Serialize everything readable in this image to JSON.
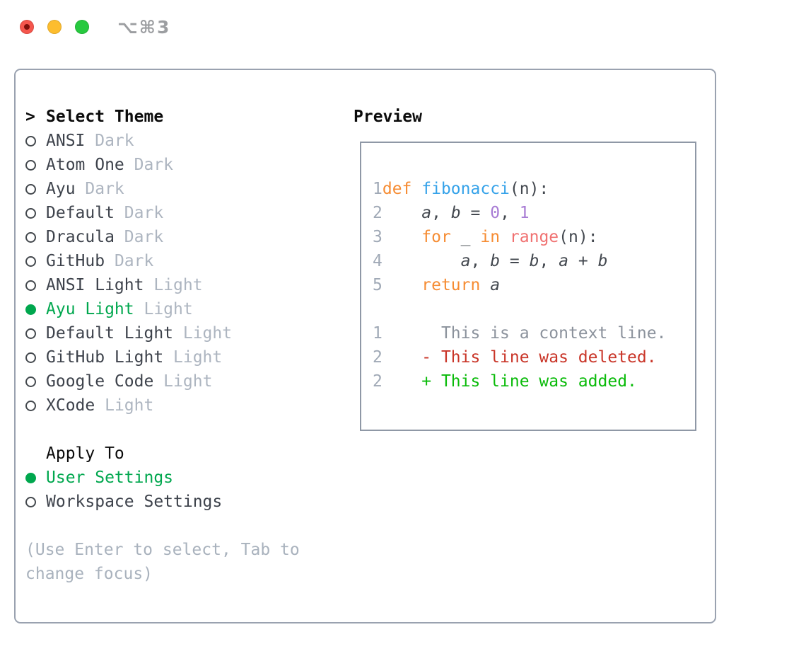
{
  "titlebar": {
    "title": "⌥⌘3",
    "traffic_lights": [
      "close",
      "minimize",
      "zoom"
    ]
  },
  "theme_panel": {
    "header_prefix": ">",
    "header": "Select Theme",
    "items": [
      {
        "name": "ANSI",
        "variant": "Dark",
        "selected": false
      },
      {
        "name": "Atom One",
        "variant": "Dark",
        "selected": false
      },
      {
        "name": "Ayu",
        "variant": "Dark",
        "selected": false
      },
      {
        "name": "Default",
        "variant": "Dark",
        "selected": false
      },
      {
        "name": "Dracula",
        "variant": "Dark",
        "selected": false
      },
      {
        "name": "GitHub",
        "variant": "Dark",
        "selected": false
      },
      {
        "name": "ANSI Light",
        "variant": "Light",
        "selected": false
      },
      {
        "name": "Ayu Light",
        "variant": "Light",
        "selected": true
      },
      {
        "name": "Default Light",
        "variant": "Light",
        "selected": false
      },
      {
        "name": "GitHub Light",
        "variant": "Light",
        "selected": false
      },
      {
        "name": "Google Code",
        "variant": "Light",
        "selected": false
      },
      {
        "name": "XCode",
        "variant": "Light",
        "selected": false
      }
    ]
  },
  "apply_panel": {
    "header": "Apply To",
    "options": [
      {
        "label": "User Settings",
        "selected": true
      },
      {
        "label": "Workspace Settings",
        "selected": false
      }
    ]
  },
  "hint": "(Use Enter to select, Tab to change focus)",
  "preview": {
    "header": "Preview",
    "code_lines": [
      {
        "num": "1",
        "segments": [
          {
            "t": "def",
            "c": "kw"
          },
          {
            "t": " ",
            "c": "fg"
          },
          {
            "t": "fibonacci",
            "c": "fn"
          },
          {
            "t": "(n):",
            "c": "fg"
          }
        ]
      },
      {
        "num": "2",
        "segments": [
          {
            "t": "    ",
            "c": "fg"
          },
          {
            "t": "a",
            "c": "var"
          },
          {
            "t": ", ",
            "c": "fg"
          },
          {
            "t": "b",
            "c": "var"
          },
          {
            "t": " = ",
            "c": "fg"
          },
          {
            "t": "0",
            "c": "numlit"
          },
          {
            "t": ", ",
            "c": "fg"
          },
          {
            "t": "1",
            "c": "numlit"
          }
        ]
      },
      {
        "num": "3",
        "segments": [
          {
            "t": "    ",
            "c": "fg"
          },
          {
            "t": "for",
            "c": "kw"
          },
          {
            "t": " _ ",
            "c": "fg"
          },
          {
            "t": "in",
            "c": "kw"
          },
          {
            "t": " ",
            "c": "fg"
          },
          {
            "t": "range",
            "c": "call"
          },
          {
            "t": "(n):",
            "c": "fg"
          }
        ]
      },
      {
        "num": "4",
        "segments": [
          {
            "t": "        ",
            "c": "fg"
          },
          {
            "t": "a",
            "c": "var"
          },
          {
            "t": ", ",
            "c": "fg"
          },
          {
            "t": "b",
            "c": "var"
          },
          {
            "t": " = ",
            "c": "fg"
          },
          {
            "t": "b",
            "c": "var"
          },
          {
            "t": ", ",
            "c": "fg"
          },
          {
            "t": "a",
            "c": "var"
          },
          {
            "t": " + ",
            "c": "fg"
          },
          {
            "t": "b",
            "c": "var"
          }
        ]
      },
      {
        "num": "5",
        "segments": [
          {
            "t": "    ",
            "c": "fg"
          },
          {
            "t": "return",
            "c": "kw"
          },
          {
            "t": " ",
            "c": "fg"
          },
          {
            "t": "a",
            "c": "var"
          }
        ]
      },
      {
        "num": "",
        "segments": []
      },
      {
        "num": "1",
        "segments": [
          {
            "t": "      This is a context line.",
            "c": "ctx"
          }
        ]
      },
      {
        "num": "2",
        "segments": [
          {
            "t": "    - This line was deleted.",
            "c": "del"
          }
        ]
      },
      {
        "num": "2",
        "segments": [
          {
            "t": "    + This line was added.",
            "c": "add"
          }
        ]
      }
    ]
  },
  "colors": {
    "accent_green": "#00a74e",
    "added_green": "#0abb0a",
    "deleted_red": "#c93528",
    "keyword_orange": "#f68c33",
    "function_blue": "#35a2e9",
    "number_purple": "#a77bd4",
    "builtin_coral": "#f07171",
    "text_dark": "#3d424b",
    "muted_gray": "#adb5c0",
    "border_gray": "#9aa2b0"
  }
}
